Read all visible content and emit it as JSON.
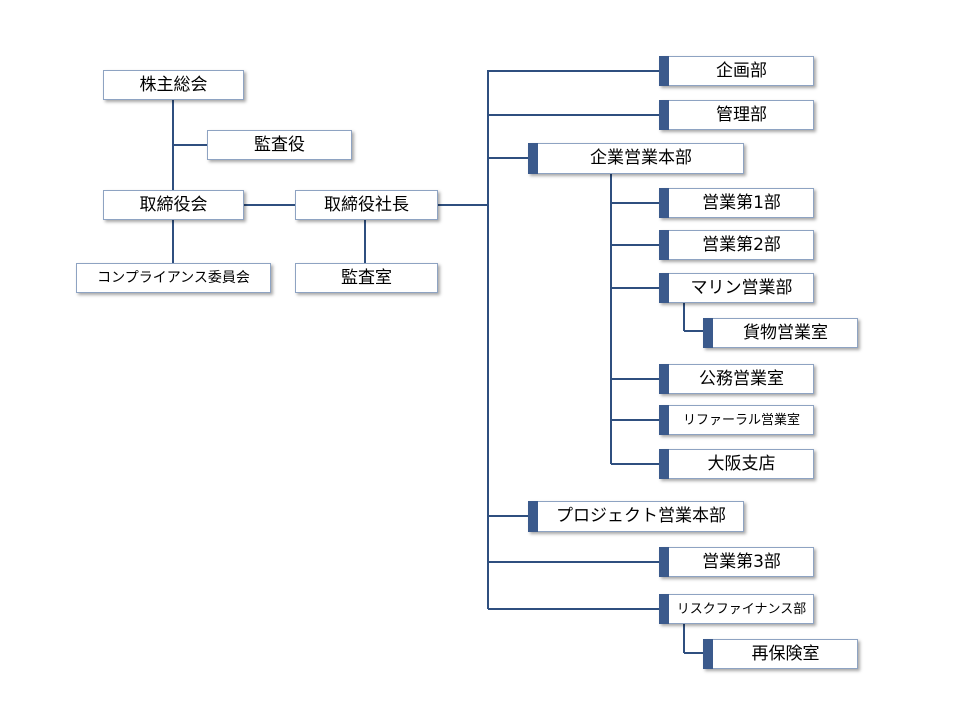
{
  "org": {
    "shareholders": "株主総会",
    "auditor": "監査役",
    "board": "取締役会",
    "president": "取締役社長",
    "compliance": "コンプライアンス委員会",
    "audit_office": "監査室",
    "planning": "企画部",
    "administration": "管理部",
    "corporate_sales_hq": "企業営業本部",
    "sales_1": "営業第1部",
    "sales_2": "営業第2部",
    "marine_sales": "マリン営業部",
    "cargo_sales": "貨物営業室",
    "public_sales": "公務営業室",
    "referral_sales": "リファーラル営業室",
    "osaka_branch": "大阪支店",
    "project_sales_hq": "プロジェクト営業本部",
    "sales_3": "営業第3部",
    "risk_finance": "リスクファイナンス部",
    "reinsurance": "再保険室"
  },
  "colors": {
    "line": "#2f4f7f",
    "tab": "#3b5a8c",
    "border": "#8ea3c2"
  }
}
